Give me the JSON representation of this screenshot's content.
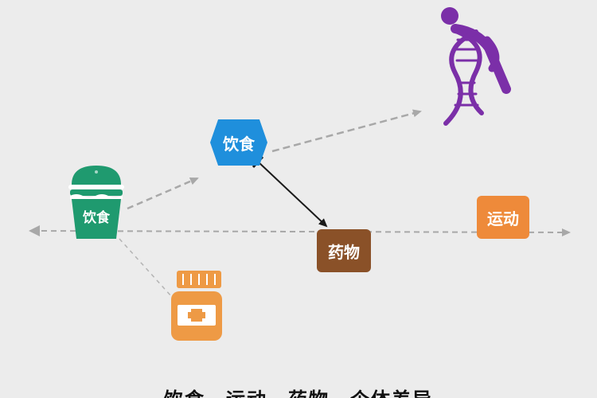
{
  "nodes": {
    "diet_top": "饮食",
    "diet_burger": "饮食",
    "medicine": "药物",
    "exercise": "运动"
  },
  "caption": "饮食、运动、药物、个体差异",
  "colors": {
    "diet_top": "#1f8fdc",
    "diet_burger": "#1f9a6f",
    "medicine": "#8a5128",
    "exercise": "#ee8a3a",
    "pill_bottle": "#ee9a45",
    "dna_figure": "#7b2fa8",
    "arrow_gray": "#a8a8a8",
    "inhibit_line": "#1a1a1a"
  },
  "icons": {
    "burger": "burger-cup-icon",
    "pill_bottle": "pill-bottle-icon",
    "dna_person": "dna-person-icon"
  }
}
